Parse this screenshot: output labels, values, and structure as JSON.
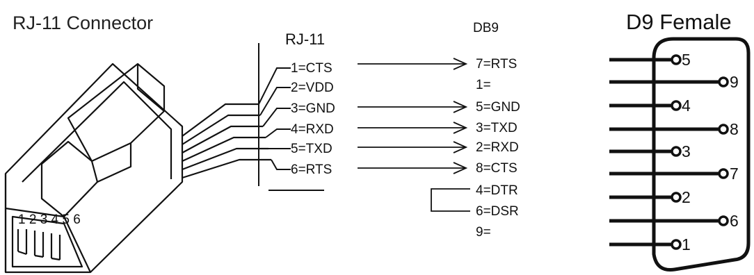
{
  "titles": {
    "rj11_connector": "RJ-11 Connector",
    "rj11": "RJ-11",
    "db9": "DB9",
    "d9_female": "D9 Female"
  },
  "rj11_pins": [
    {
      "label": "1=CTS"
    },
    {
      "label": "2=VDD"
    },
    {
      "label": "3=GND"
    },
    {
      "label": "4=RXD"
    },
    {
      "label": "5=TXD"
    },
    {
      "label": "6=RTS"
    }
  ],
  "db9_pins": [
    {
      "label": "7=RTS"
    },
    {
      "label": "1="
    },
    {
      "label": "5=GND"
    },
    {
      "label": "3=TXD"
    },
    {
      "label": "2=RXD"
    },
    {
      "label": "8=CTS"
    },
    {
      "label": "4=DTR"
    },
    {
      "label": "6=DSR"
    },
    {
      "label": "9="
    }
  ],
  "d9_pin_numbers": [
    "5",
    "9",
    "4",
    "8",
    "3",
    "7",
    "2",
    "6",
    "1"
  ]
}
